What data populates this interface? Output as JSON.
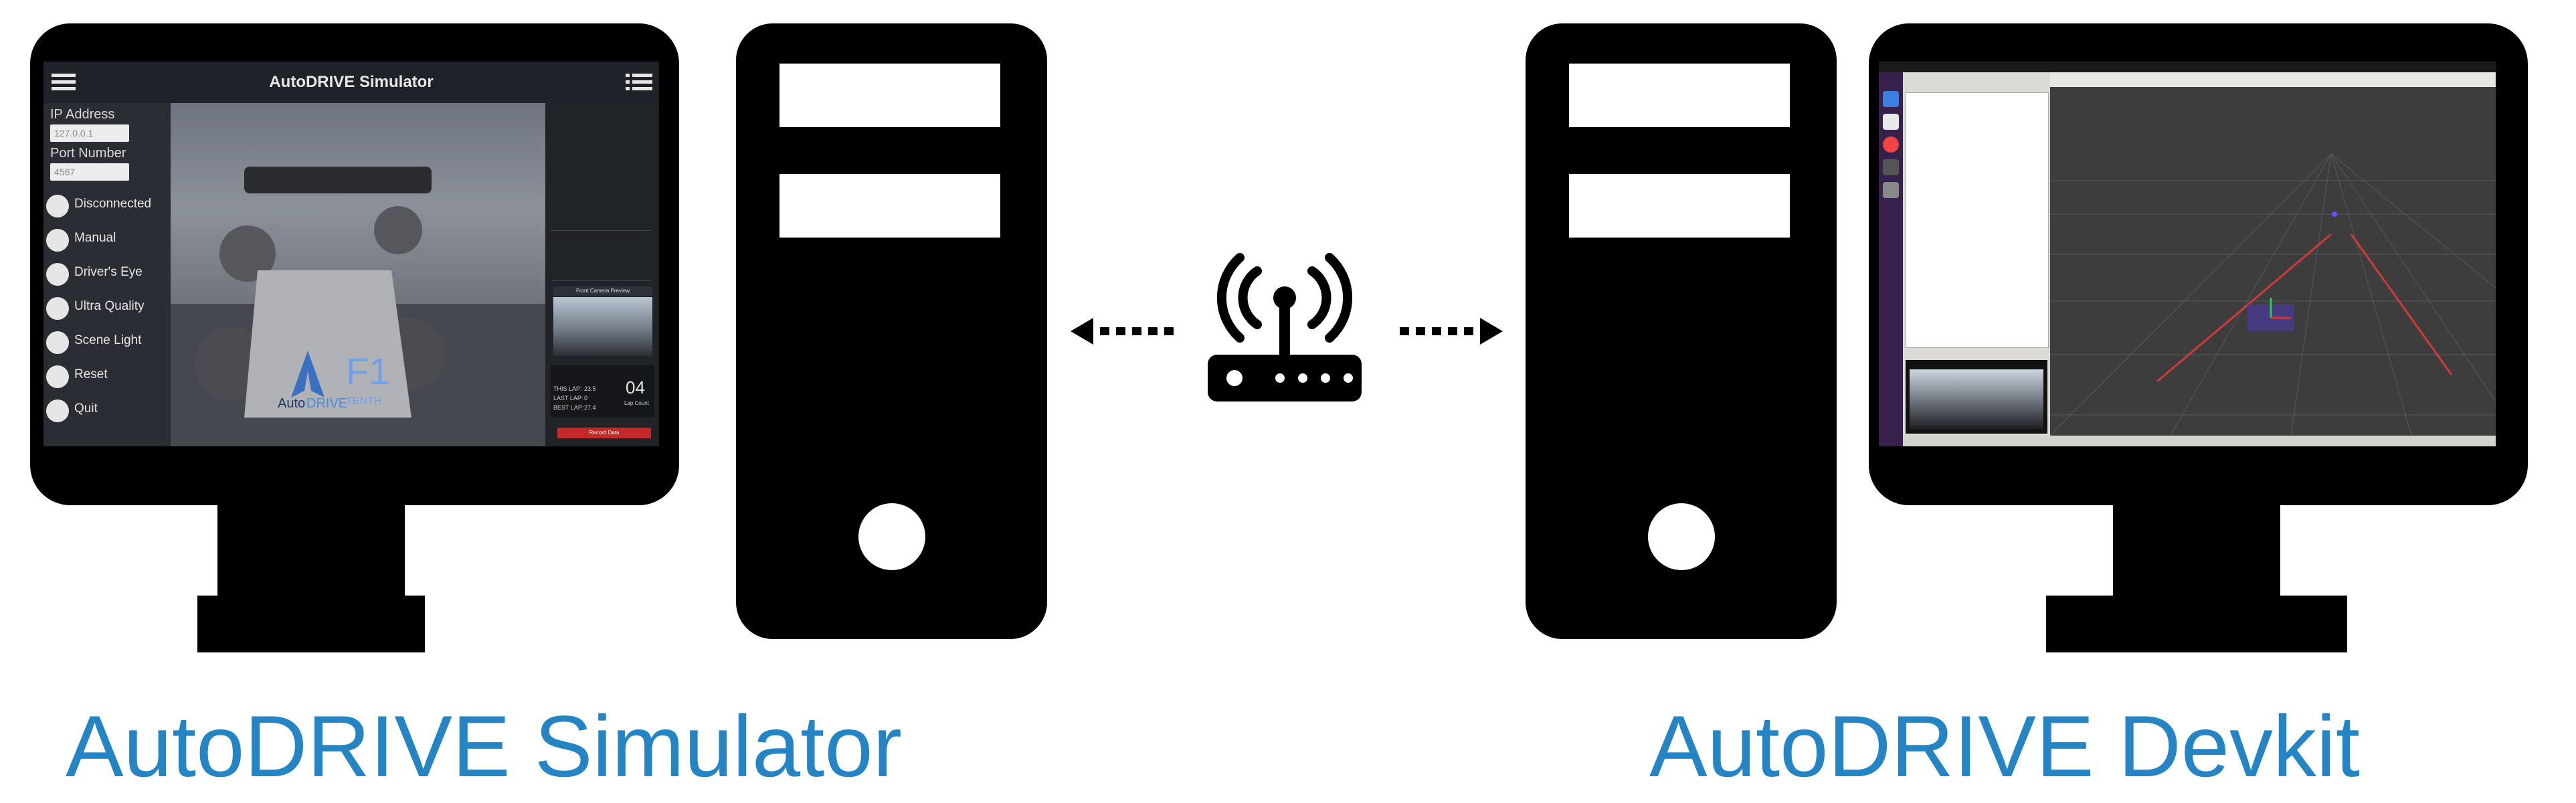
{
  "captions": {
    "left": "AutoDRIVE Simulator",
    "right": "AutoDRIVE Devkit"
  },
  "icons": {
    "left_monitor": "monitor-icon",
    "left_tower": "computer-tower-icon",
    "router": "wifi-router-icon",
    "right_tower": "computer-tower-icon",
    "right_monitor": "monitor-icon",
    "left_arrow": "dotted-arrow-left-icon",
    "right_arrow": "dotted-arrow-right-icon"
  },
  "simulator": {
    "title": "AutoDRIVE Simulator",
    "ip_label": "IP Address",
    "ip_value": "127.0.0.1",
    "port_label": "Port Number",
    "port_value": "4567",
    "buttons": [
      "Disconnected",
      "Manual",
      "Driver's Eye",
      "Ultra Quality",
      "Scene Light",
      "Reset",
      "Quit"
    ],
    "car_logo_left": "Auto",
    "car_logo_right": "DRIVE",
    "car_f1": "F1",
    "car_tenth": "TENTH",
    "preview_title": "Front Camera Preview",
    "lap": {
      "this_lap_label": "THIS LAP:",
      "this_lap": "23.5",
      "last_lap_label": "LAST LAP:",
      "last_lap": "0",
      "best_lap_label": "BEST LAP:",
      "best_lap": "27.4",
      "lap_count": "04",
      "lap_count_label": "Lap Count"
    },
    "record_label": "Record Data"
  },
  "colors": {
    "caption": "#2584c4",
    "icon": "#000000",
    "record": "#c62828",
    "rviz_line": "#d03a3a"
  }
}
